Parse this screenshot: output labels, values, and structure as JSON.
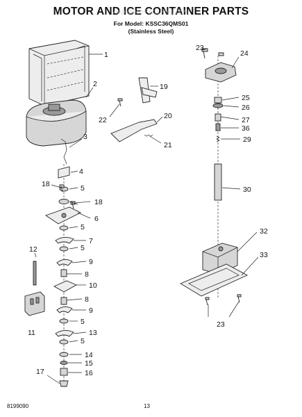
{
  "header": {
    "title": "MOTOR AND ICE CONTAINER PARTS",
    "model_line": "For Model: KSSC36QMS01",
    "finish_line": "(Stainless Steel)",
    "watermark": "AppliancePartsPros.com"
  },
  "footer": {
    "doc_number": "8199090",
    "page_number": "13"
  },
  "callouts": {
    "c1": "1",
    "c2": "2",
    "c3": "3",
    "c4": "4",
    "c5a": "5",
    "c5b": "5",
    "c5c": "5",
    "c5d": "5",
    "c5e": "5",
    "c6": "6",
    "c7": "7",
    "c8a": "8",
    "c8b": "8",
    "c9a": "9",
    "c9b": "9",
    "c10": "10",
    "c11": "11",
    "c12": "12",
    "c13": "13",
    "c14": "14",
    "c15": "15",
    "c16": "16",
    "c17": "17",
    "c18a": "18",
    "c18b": "18",
    "c19": "19",
    "c20": "20",
    "c21": "21",
    "c22": "22",
    "c23a": "23",
    "c23b": "23",
    "c24": "24",
    "c25": "25",
    "c26": "26",
    "c27": "27",
    "c29": "29",
    "c30": "30",
    "c32": "32",
    "c33": "33",
    "c36": "36"
  }
}
